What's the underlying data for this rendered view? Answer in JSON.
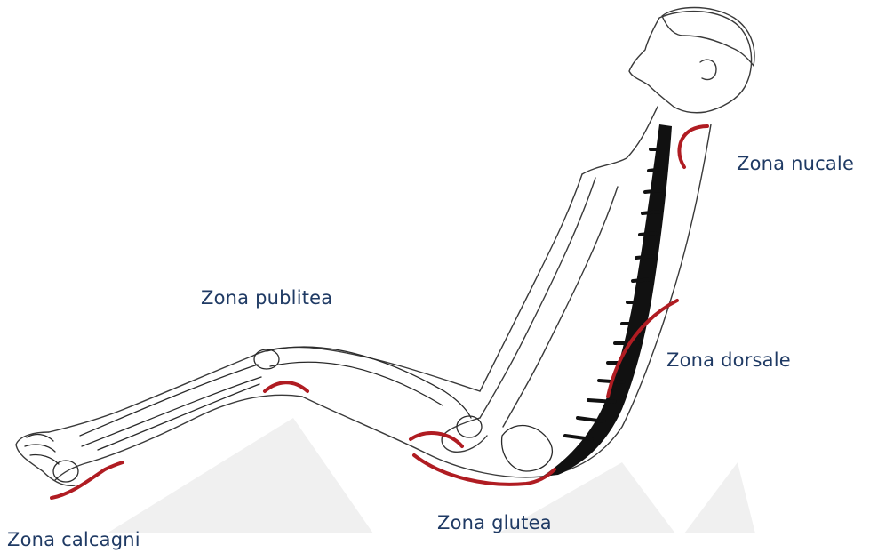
{
  "colors": {
    "label_text": "#1f3a64",
    "pressure_zone": "#b01c22",
    "outline": "#3a3a3a",
    "spine": "#111111"
  },
  "figure": {
    "icon": "reclined-human-body-outline-with-skeleton"
  },
  "labels": {
    "nucale": "Zona nucale",
    "publitea": "Zona publitea",
    "dorsale": "Zona dorsale",
    "glutea": "Zona glutea",
    "calcagni": "Zona calcagni"
  }
}
